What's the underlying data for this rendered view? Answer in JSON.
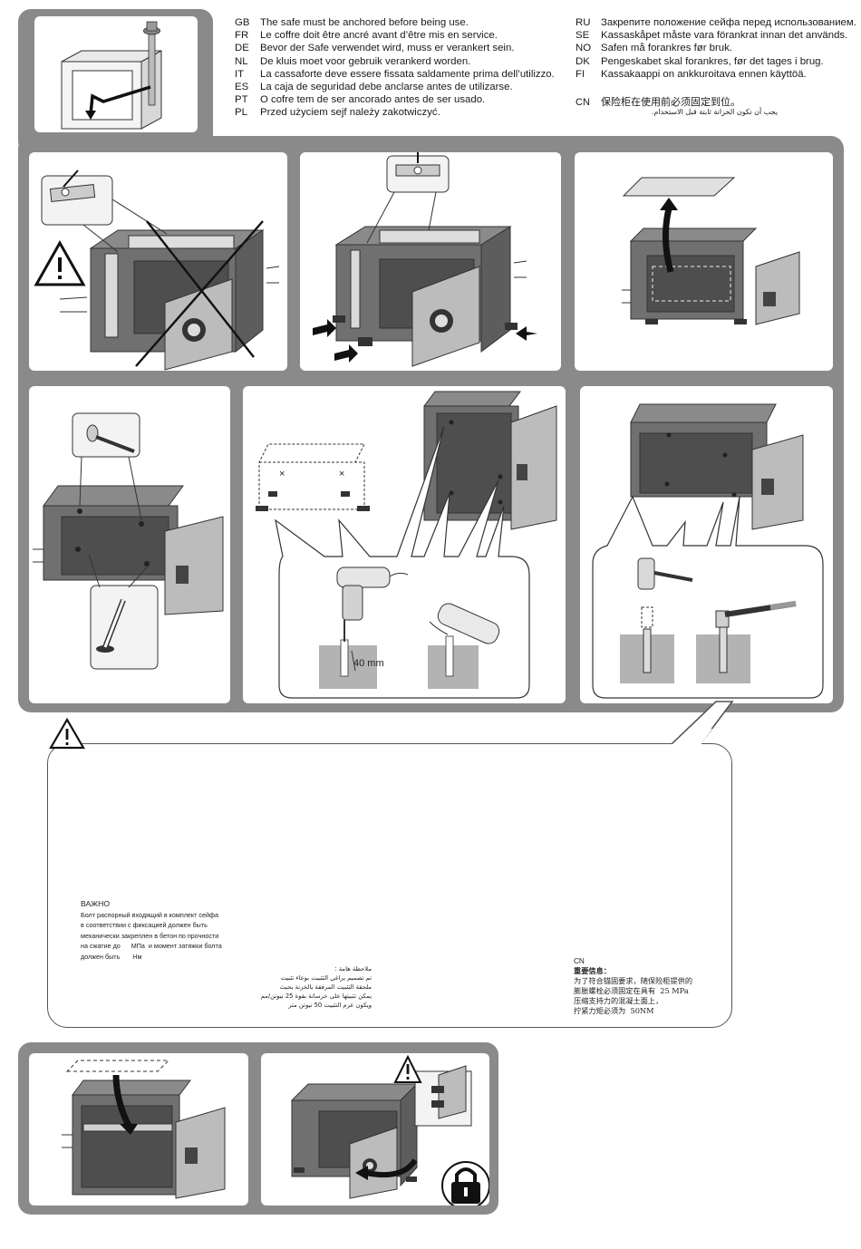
{
  "header": {
    "languages": [
      {
        "code": "GB",
        "text": "The safe must be anchored before being use."
      },
      {
        "code": "FR",
        "text": "Le coffre doit être ancré avant d’être mis en service."
      },
      {
        "code": "DE",
        "text": "Bevor der Safe verwendet wird, muss er verankert sein."
      },
      {
        "code": "NL",
        "text": "De kluis moet voor gebruik verankerd worden."
      },
      {
        "code": "IT",
        "text": "La cassaforte deve essere fissata saldamente prima dell’utilizzo."
      },
      {
        "code": "ES",
        "text": "La caja de seguridad debe anclarse antes de utilizarse."
      },
      {
        "code": "PT",
        "text": "O cofre tem de ser ancorado antes de ser usado."
      },
      {
        "code": "PL",
        "text": "Przed użyciem sejf należy zakotwiczyć."
      }
    ],
    "languages_right": [
      {
        "code": "RU",
        "text": "Закрепите положение сейфа перед использованием."
      },
      {
        "code": "SE",
        "text": "Kassaskåpet måste vara förankrat innan det används."
      },
      {
        "code": "NO",
        "text": "Safen må forankres før bruk."
      },
      {
        "code": "DK",
        "text": "Pengeskabet skal forankres, før det tages i brug."
      },
      {
        "code": "FI",
        "text": "Kassakaappi on ankkuroitava ennen käyttöä."
      }
    ],
    "cn_code": "CN",
    "cn_text": "保险柜在使用前必须固定到位。",
    "ar_text": "يجب أن تكون الخزانة ثابتة قبل الاستخدام."
  },
  "drill_label": "40 mm",
  "notes": {
    "ru_title": "ВАЖНО",
    "ru_lines": [
      "Болт распорный  входящий в комплект сейфа",
      "в соответствии с фиксацией должен быть",
      "механически закреплен в бетон по прочности",
      "на сжатие до      МПа  и момент затяжки болта",
      "должен быть       Нм"
    ],
    "ar_title": "ملاحظة هامة :",
    "ar_lines": [
      "تم تصميم براغي التثبيت بوعاء تثبيت",
      "ملحقة التثبيت المرفقة بالخزنة بحيث",
      "يمكن تثبيتها على خرسانة بقوة 25 نيوتن/مم",
      "ويكون عزم التثبيت 50 نيوتن متر"
    ],
    "cn_code": "CN",
    "cn_title": "重要信息：",
    "cn_lines": [
      "为了符合锚固要求，随保险柜提供的",
      "膨胀螺栓必须固定在具有  25 MPa",
      "压缩支持力的混凝土面上，",
      "拧紧力矩必须为  50NM"
    ]
  },
  "colors": {
    "band_grey": "#8a8a8a",
    "safe_body": "#6e6e6e",
    "safe_inner": "#575757",
    "door": "#bdbdbd"
  },
  "icons": [
    "warning-triangle-icon",
    "padlock-icon",
    "drill-icon",
    "spray-can-icon",
    "hammer-icon",
    "wrench-icon",
    "spirit-level-icon",
    "pencil-icon",
    "shelf-icon"
  ]
}
